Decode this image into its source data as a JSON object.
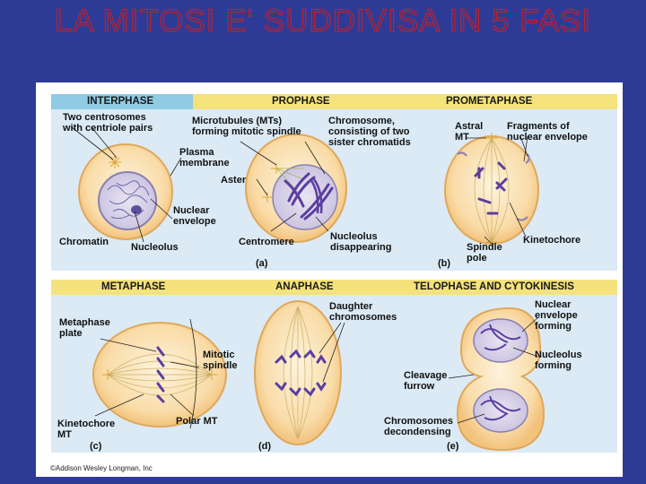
{
  "title": "LA MITOSI E' SUDDIVISA IN 5 FASI",
  "headers": {
    "interphase": "INTERPHASE",
    "prophase": "PROPHASE",
    "prometaphase": "PROMETAPHASE",
    "metaphase": "METAPHASE",
    "anaphase": "ANAPHASE",
    "telophase": "TELOPHASE AND CYTOKINESIS"
  },
  "labels": {
    "centrosomes": "Two centrosomes\nwith centriole pairs",
    "plasma_membrane": "Plasma\nmembrane",
    "nuclear_envelope": "Nuclear\nenvelope",
    "chromatin": "Chromatin",
    "nucleolus": "Nucleolus",
    "microtubules": "Microtubules (MTs)\nforming mitotic spindle",
    "aster": "Aster",
    "centromere": "Centromere",
    "chromosome": "Chromosome,\nconsisting of two\nsister chromatids",
    "nucleolus_disappearing": "Nucleolus\ndisappearing",
    "astral_mt": "Astral\nMT",
    "fragments": "Fragments of\nnuclear envelope",
    "kinetochore": "Kinetochore",
    "spindle_pole": "Spindle\npole",
    "metaphase_plate": "Metaphase\nplate",
    "mitotic_spindle": "Mitotic\nspindle",
    "kinetochore_mt": "Kinetochore\nMT",
    "polar_mt": "Polar MT",
    "daughter_chromosomes": "Daughter\nchromosomes",
    "nuclear_envelope_forming": "Nuclear\nenvelope\nforming",
    "nucleolus_forming": "Nucleolus\nforming",
    "cleavage_furrow": "Cleavage\nfurrow",
    "chromosomes_decondensing": "Chromosomes\ndecondensing"
  },
  "subfigs": {
    "a": "(a)",
    "b": "(b)",
    "c": "(c)",
    "d": "(d)",
    "e": "(e)"
  },
  "copyright": "©Addison Wesley Longman, Inc"
}
